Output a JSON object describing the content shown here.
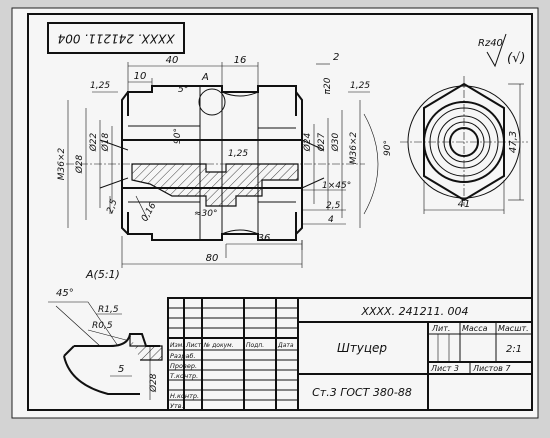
{
  "stamp_code_rotated": "XXXX. 241211. 004",
  "roughness": {
    "label": "Rz40",
    "symbol": "√(√)"
  },
  "dimensions": {
    "top_40": "40",
    "top_16": "16",
    "top_10": "10",
    "top_2": "2",
    "chamfer_left": "1,25",
    "chamfer_right": "1,25",
    "chamfer_mid": "1,25",
    "angle_top": "5°",
    "detail_ref": "A",
    "thread_left": "M36×2",
    "dia_28": "Ø28",
    "dia_22": "Ø22",
    "dia_18": "Ø18",
    "dia_24": "Ø24",
    "dia_27": "Ø27",
    "dia_30": "Ø30",
    "thread_right": "M36×2",
    "pi_20": "π20",
    "angle_90_left": "90°",
    "angle_90_right": "90°",
    "dim_2_5_left": "2,5",
    "dim_0_16": "0,16",
    "angle_30": "≈30°",
    "dim_1x45": "1×45°",
    "dim_2_5_right": "2,5",
    "dim_4": "4",
    "dim_36": "36",
    "dim_80": "80",
    "hex_41": "41",
    "hex_47_3": "47,3"
  },
  "detail": {
    "title": "A(5:1)",
    "angle": "45°",
    "r1_5": "R1,5",
    "r0_5": "R0,5",
    "dim_5": "5",
    "dia_28": "Ø28"
  },
  "title_block": {
    "code": "XXXX. 241211. 004",
    "name": "Штуцер",
    "material": "Ст.3 ГОСТ 380-88",
    "lit": "Лит.",
    "mass": "Масса",
    "scale_label": "Масшт.",
    "scale": "2:1",
    "sheet": "Лист 3",
    "sheets": "Листов 7",
    "header_cols": [
      "Изм.",
      "Лист",
      "№ докум.",
      "Подп.",
      "Дата"
    ],
    "rows": [
      "Разраб.",
      "Провер.",
      "Т.контр.",
      "",
      "Н.контр.",
      "Утв."
    ]
  }
}
